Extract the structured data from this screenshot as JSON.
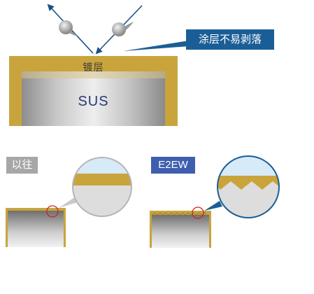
{
  "top": {
    "callout_text": "涂层不易剥落",
    "plating_label": "镀层",
    "substrate_label": "SUS"
  },
  "compare": {
    "old_label": "以往",
    "new_label": "E2EW"
  },
  "colors": {
    "gold": "#c9a43c",
    "navy": "#1b5e96",
    "tag_gray": "#a7a7a7",
    "tag_blue": "#3d5fad",
    "marker_red": "#cc2222"
  }
}
